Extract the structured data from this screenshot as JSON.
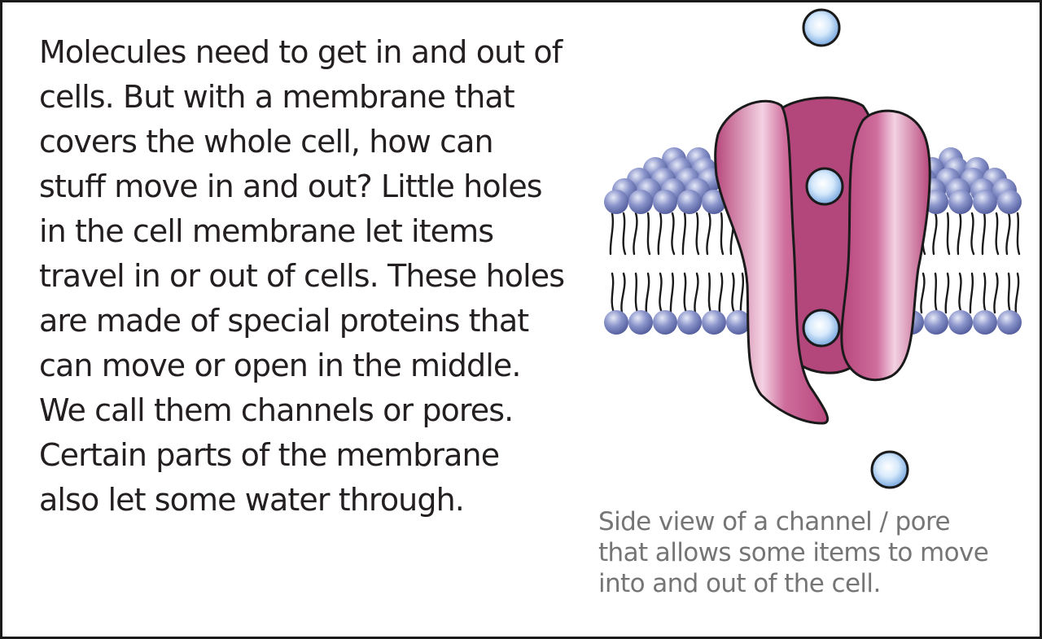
{
  "main_text": {
    "lines": [
      "Molecules need to get in and out of",
      "cells. But with a membrane that",
      "covers the whole cell, how can",
      "stuff move in and out? Little holes",
      "in the cell membrane let items",
      "travel in or out of cells. These holes",
      "are made of special proteins that",
      "can move or open in the middle.",
      "We call them channels or pores.",
      "Certain parts of the membrane",
      "also let some water through."
    ]
  },
  "caption": {
    "lines": [
      "Side view of a channel / pore",
      "that allows some items to move",
      "into and out of the cell."
    ]
  },
  "colors": {
    "text": "#231f20",
    "caption_text": "#757575",
    "protein": "#b3467b",
    "protein_highlight": "#f2cfe0",
    "lipid_head": "#7a86c0",
    "molecule": "#cfe4f8",
    "outline": "#1a1a1a"
  },
  "diagram": {
    "molecule_icon": "blue-sphere",
    "lipid_head_icon": "lavender-sphere",
    "protein_icon": "magenta-channel-protein"
  }
}
